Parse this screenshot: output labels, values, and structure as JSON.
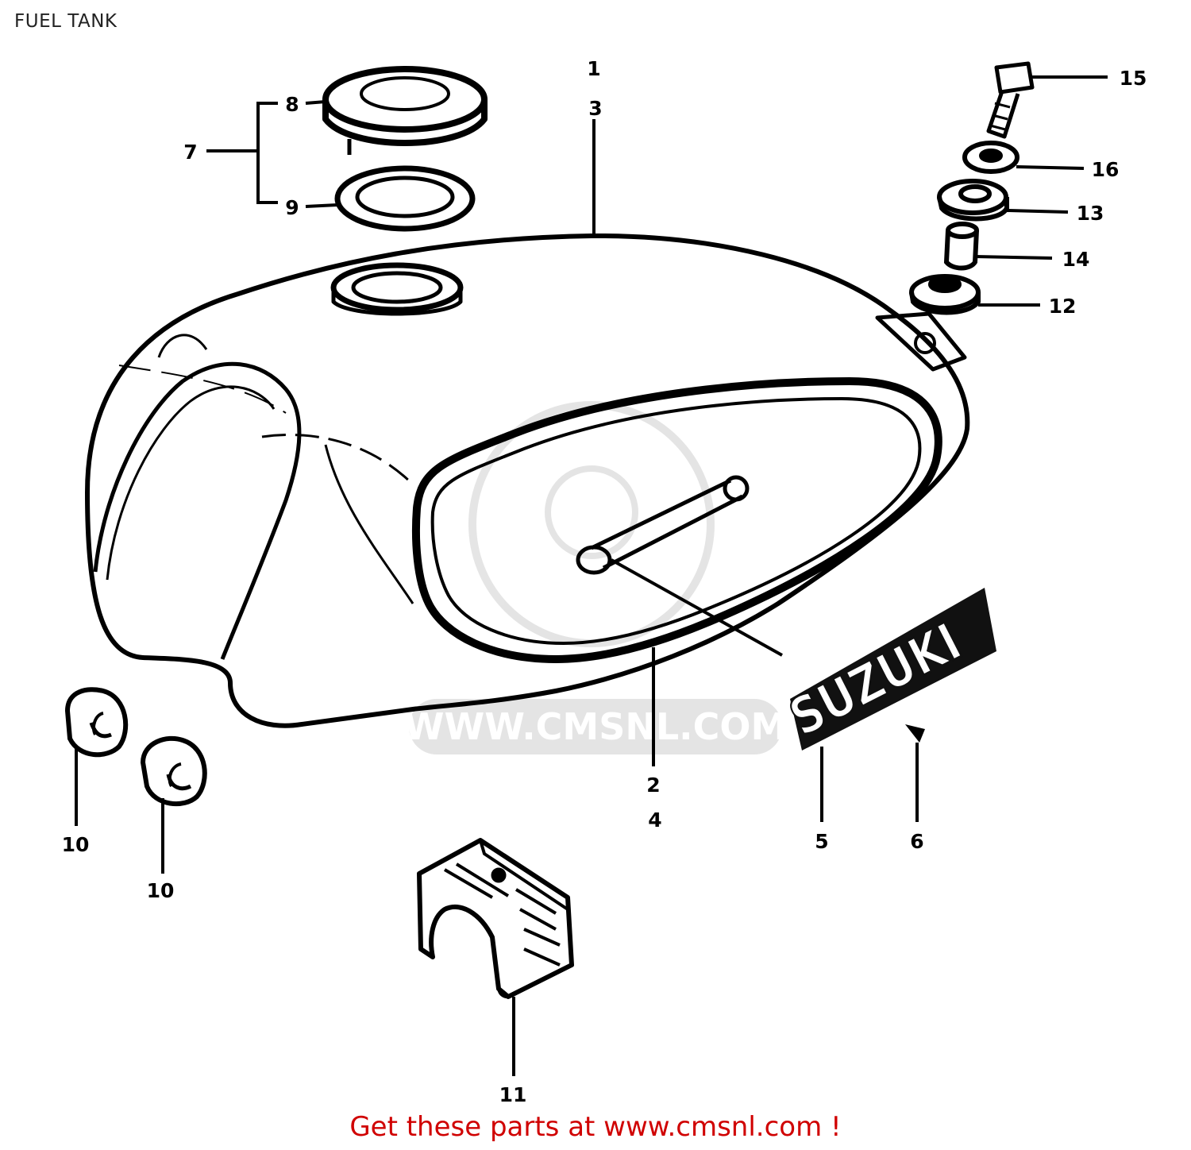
{
  "title": "FUEL TANK",
  "footer": "Get these parts at www.cmsnl.com !",
  "watermark_text": "WWW.CMSNL.COM",
  "emblem_text": "SUZUKI",
  "callouts": [
    "1",
    "3",
    "8",
    "7",
    "9",
    "15",
    "16",
    "13",
    "14",
    "12",
    "2",
    "4",
    "5",
    "6",
    "10",
    "10",
    "11"
  ],
  "colors": {
    "footer": "#d00000",
    "lines": "#000000",
    "watermark": "#cfcfcf"
  }
}
